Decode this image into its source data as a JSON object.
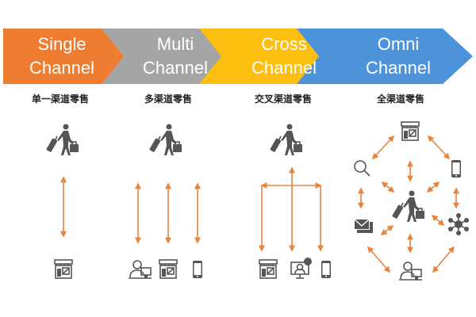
{
  "stages": [
    {
      "line1": "Single",
      "line2": "Channel",
      "chinese": "单一渠道零售",
      "color": "#ee7d31"
    },
    {
      "line1": "Multi",
      "line2": "Channel",
      "chinese": "多渠道零售",
      "color": "#a5a5a5"
    },
    {
      "line1": "Cross",
      "line2": "Channel",
      "chinese": "交叉渠道零售",
      "color": "#fdbf0f"
    },
    {
      "line1": "Omni",
      "line2": "Channel",
      "chinese": "全渠道零售",
      "color": "#4d93d9"
    }
  ],
  "arrow_color": "#e8843b",
  "icon_color": "#555555"
}
